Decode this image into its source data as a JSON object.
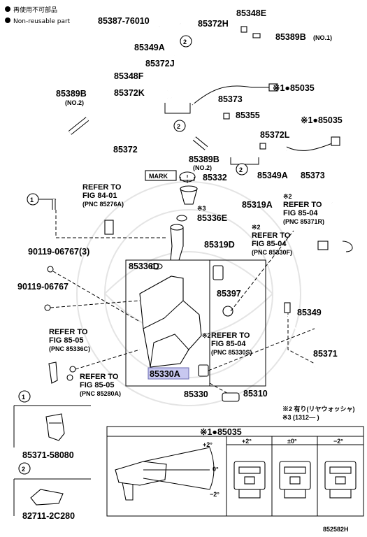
{
  "legend": {
    "reuse_jp": "再使用不可部品",
    "nonreuse": "Non-reusable part"
  },
  "labels": {
    "p85387": "85387-76010",
    "p85372H": "85372H",
    "p85348E": "85348E",
    "p85389B_1": "85389B",
    "p85389B_1_note": "(NO.1)",
    "p85349A_a": "85349A",
    "p85372J": "85372J",
    "p85348F": "85348F",
    "p85389B_2": "85389B",
    "p85389B_2_note": "(NO.2)",
    "p85372K": "85372K",
    "p85373_a": "85373",
    "p85035_a": "※1●85035",
    "p85355": "85355",
    "p85035_b": "※1●85035",
    "p85372L": "85372L",
    "p85372": "85372",
    "p85389B_3": "85389B",
    "p85389B_3_note": "(NO.2)",
    "p85349A_b": "85349A",
    "p85373_b": "85373",
    "mark": "MARK",
    "p85332": "85332",
    "ref1_a": "REFER TO",
    "ref1_b": "FIG 84-01",
    "ref1_c": "(PNC 85276A)",
    "p85319A": "85319A",
    "ref2_star": "※2",
    "ref2_a": "REFER TO",
    "ref2_b": "FIG 85-04",
    "ref2_c": "(PNC 85371R)",
    "star3": "※3",
    "p85336E": "85336E",
    "ref3_star": "※2",
    "ref3_a": "REFER TO",
    "ref3_b": "FIG 85-04",
    "ref3_c": "(PNC 85330F)",
    "p90119_a": "90119-06767(3)",
    "p85319D": "85319D",
    "p85336D": "85336D",
    "p90119_b": "90119-06767",
    "p85397": "85397",
    "p85349": "85349",
    "ref4_a": "REFER TO",
    "ref4_b": "FIG 85-05",
    "ref4_c": "(PNC 85336C)",
    "ref5_star": "※2",
    "ref5_a": "REFER TO",
    "ref5_b": "FIG 85-04",
    "ref5_c": "(PNC 85330S)",
    "p85371": "85371",
    "p85330A": "85330A",
    "ref6_a": "REFER TO",
    "ref6_b": "FIG 85-05",
    "ref6_c": "(PNC 85280A)",
    "p85330": "85330",
    "p85310": "85310",
    "circ1": "1",
    "circ2": "2",
    "p85371_58080": "85371-58080",
    "p82711": "82711-2C280",
    "note2": "※2 有り(リヤウォッシャ)",
    "note3": "※3 (1312―   )",
    "table_title": "※1●85035",
    "table_col1": "+2°",
    "table_col2": "±0°",
    "table_col3": "−2°",
    "angle_plus": "+2°",
    "angle_zero": "0°",
    "angle_minus": "−2°",
    "diagram_id": "852582H"
  },
  "colors": {
    "highlight": "#c8c8f0",
    "ink": "#000000"
  }
}
